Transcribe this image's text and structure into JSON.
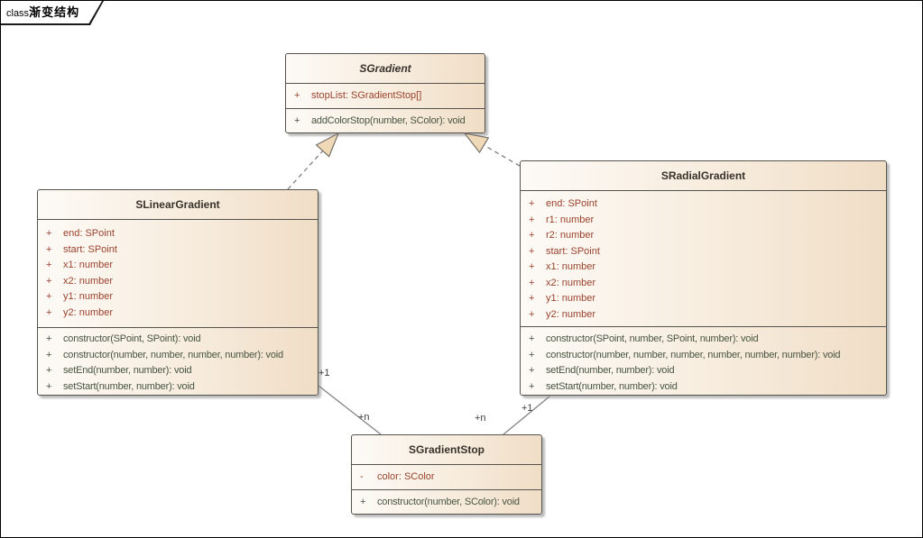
{
  "frame": {
    "keyword": "class",
    "title": "渐变结构"
  },
  "colors": {
    "attribute_text": "#9a422e",
    "operation_text": "#475441",
    "box_fill_left": "#fdfaf6",
    "box_fill_right": "#f0ddc6",
    "box_border": "#55534d",
    "connector": "#7f7f7f",
    "arrow_fill": "#efd9b6"
  },
  "classes": {
    "sgradient": {
      "name": "SGradient",
      "stereotype": "abstract",
      "attributes": [
        {
          "visibility": "+",
          "signature": "stopList: SGradientStop[]"
        }
      ],
      "operations": [
        {
          "visibility": "+",
          "signature": "addColorStop(number, SColor): void"
        }
      ]
    },
    "slinear": {
      "name": "SLinearGradient",
      "attributes": [
        {
          "visibility": "+",
          "signature": "end: SPoint"
        },
        {
          "visibility": "+",
          "signature": "start: SPoint"
        },
        {
          "visibility": "+",
          "signature": "x1: number"
        },
        {
          "visibility": "+",
          "signature": "x2: number"
        },
        {
          "visibility": "+",
          "signature": "y1: number"
        },
        {
          "visibility": "+",
          "signature": "y2: number"
        }
      ],
      "operations": [
        {
          "visibility": "+",
          "signature": "constructor(SPoint, SPoint): void"
        },
        {
          "visibility": "+",
          "signature": "constructor(number, number, number, number): void"
        },
        {
          "visibility": "+",
          "signature": "setEnd(number, number): void"
        },
        {
          "visibility": "+",
          "signature": "setStart(number, number): void"
        }
      ]
    },
    "sradial": {
      "name": "SRadialGradient",
      "attributes": [
        {
          "visibility": "+",
          "signature": "end: SPoint"
        },
        {
          "visibility": "+",
          "signature": "r1: number"
        },
        {
          "visibility": "+",
          "signature": "r2: number"
        },
        {
          "visibility": "+",
          "signature": "start: SPoint"
        },
        {
          "visibility": "+",
          "signature": "x1: number"
        },
        {
          "visibility": "+",
          "signature": "x2: number"
        },
        {
          "visibility": "+",
          "signature": "y1: number"
        },
        {
          "visibility": "+",
          "signature": "y2: number"
        }
      ],
      "operations": [
        {
          "visibility": "+",
          "signature": "constructor(SPoint, number, SPoint, number): void"
        },
        {
          "visibility": "+",
          "signature": "constructor(number, number, number, number, number, number): void"
        },
        {
          "visibility": "+",
          "signature": "setEnd(number, number): void"
        },
        {
          "visibility": "+",
          "signature": "setStart(number, number): void"
        }
      ]
    },
    "sstop": {
      "name": "SGradientStop",
      "attributes": [
        {
          "visibility": "-",
          "signature": "color: SColor"
        }
      ],
      "operations": [
        {
          "visibility": "+",
          "signature": "constructor(number, SColor): void"
        }
      ]
    }
  },
  "relations": {
    "linear_to_stop": {
      "source_multiplicity": "+1",
      "target_multiplicity": "+n"
    },
    "radial_to_stop": {
      "source_multiplicity": "+1",
      "target_multiplicity": "+n"
    }
  }
}
